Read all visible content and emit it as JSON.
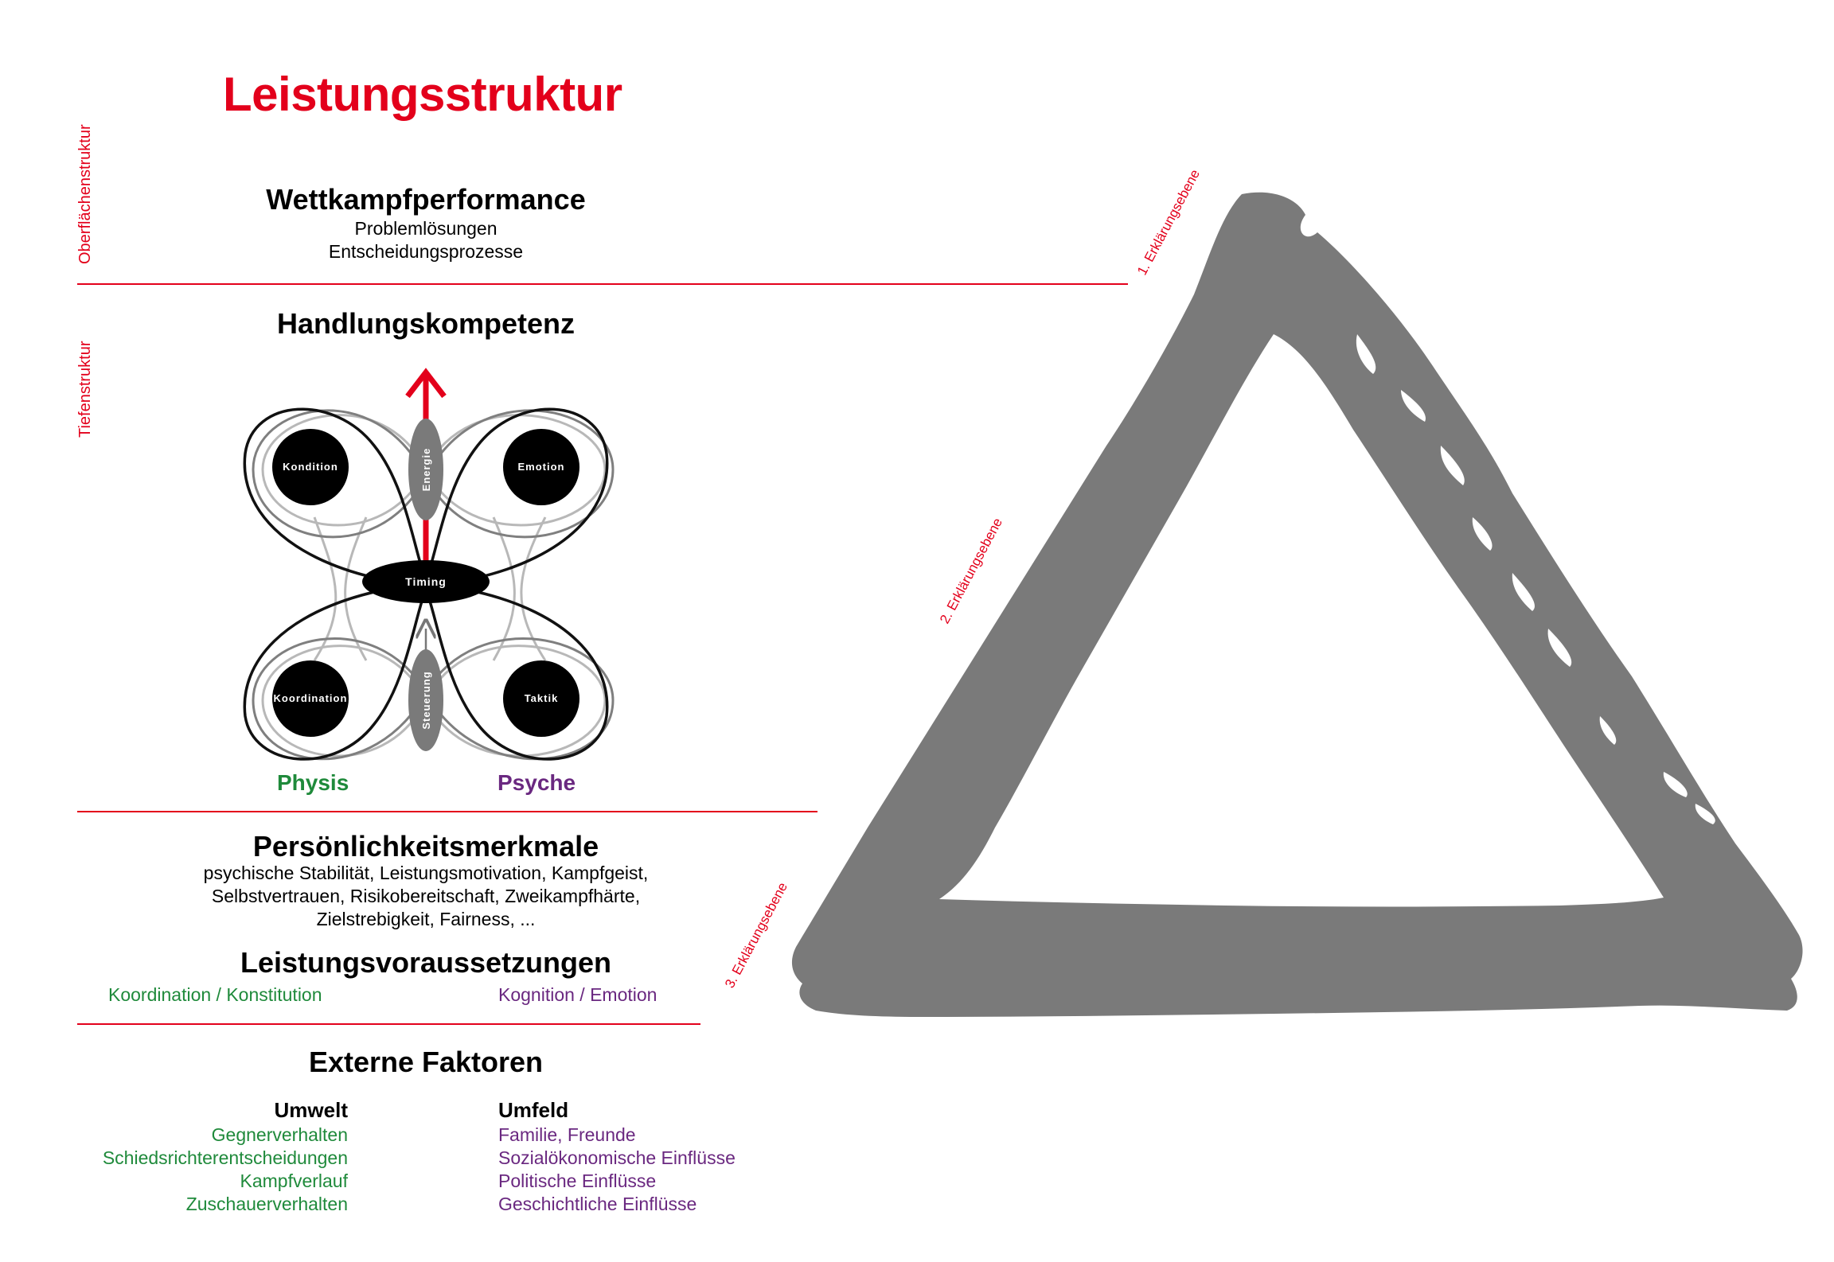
{
  "title": "Leistungsstruktur",
  "side_labels": {
    "surface": "Oberflächenstruktur",
    "deep": "Tiefenstruktur"
  },
  "wettkampf": {
    "heading": "Wettkampfperformance",
    "lines": [
      "Problemlösungen",
      "Entscheidungsprozesse"
    ]
  },
  "handlung": {
    "heading": "Handlungskompetenz",
    "nodes": {
      "kondition": "Kondition",
      "emotion": "Emotion",
      "koordination": "Koordination",
      "taktik": "Taktik",
      "timing": "Timing",
      "energie": "Energie",
      "steuerung": "Steuerung"
    },
    "physis": "Physis",
    "psyche": "Psyche"
  },
  "persoenlichkeit": {
    "heading": "Persönlichkeitsmerkmale",
    "lines": [
      "psychische Stabilität, Leistungsmotivation, Kampfgeist,",
      "Selbstvertrauen, Risikobereitschaft, Zweikampfhärte,",
      "Zielstrebigkeit, Fairness, ..."
    ]
  },
  "voraussetzungen": {
    "heading": "Leistungsvoraussetzungen",
    "left": "Koordination / Konstitution",
    "right": "Kognition / Emotion"
  },
  "extern": {
    "heading": "Externe Faktoren",
    "umwelt": {
      "heading": "Umwelt",
      "items": [
        "Gegnerverhalten",
        "Schiedsrichterentscheidungen",
        "Kampfverlauf",
        "Zuschauerverhalten"
      ]
    },
    "umfeld": {
      "heading": "Umfeld",
      "items": [
        "Familie, Freunde",
        "Sozialökonomische Einflüsse",
        "Politische Einflüsse",
        "Geschichtliche Einflüsse"
      ]
    }
  },
  "ebenen": [
    "1. Erklärungsebene",
    "2. Erklärungsebene",
    "3. Erklärungsebene"
  ],
  "colors": {
    "accent_red": "#e3001b",
    "physis_green": "#1f8a3b",
    "psyche_purple": "#6a2880",
    "triangle_gray": "#7a7a7a"
  }
}
